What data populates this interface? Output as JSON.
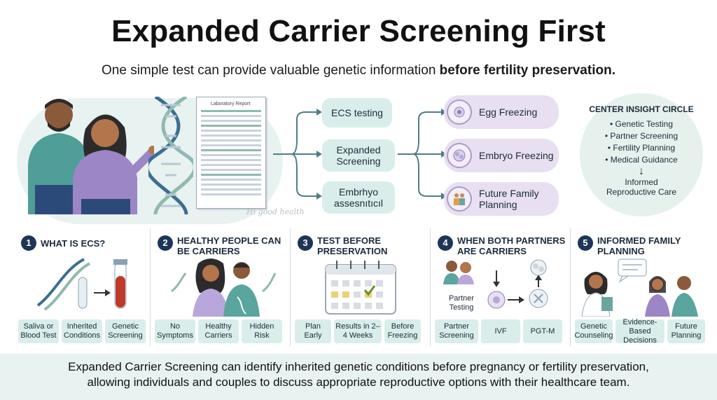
{
  "header": {
    "title": "Expanded Carrier Screening First",
    "subtitle_plain": "One simple test can provide valuable genetic information",
    "subtitle_bold": "before fertility preservation."
  },
  "hero": {
    "report_title": "Laboratory Report",
    "tests": [
      "ECS testing",
      "Expanded Screening",
      "Embrhyo assesnıtıcıl"
    ],
    "options": [
      "Egg Freezing",
      "Embryo Freezing",
      "Future Family Planning"
    ],
    "watermark": "Hi good health"
  },
  "insight": {
    "heading": "CENTER INSIGHT CIRCLE",
    "items": [
      "Genetic Testing",
      "Partner Screening",
      "Fertility Planning",
      "Medical Guidance"
    ],
    "arrow": "↓",
    "result_line1": "Informed",
    "result_line2": "Reproductive Care"
  },
  "steps": [
    {
      "num": "1",
      "title": "WHAT IS ECS?",
      "tags": [
        "Saliva or Blood Test",
        "Inherited Conditions",
        "Genetic Screening"
      ]
    },
    {
      "num": "2",
      "title": "HEALTHY PEOPLE CAN BE CARRIERS",
      "tags": [
        "No Symptoms",
        "Healthy Carriers",
        "Hidden Risk"
      ]
    },
    {
      "num": "3",
      "title": "TEST BEFORE PRESERVATION",
      "tags": [
        "Plan Early",
        "Results in 2–4 Weeks",
        "Before Freezing"
      ]
    },
    {
      "num": "4",
      "title": "WHEN BOTH PARTNERS ARE CARRIERS",
      "partner_label": "Partner Testing",
      "tags": [
        "Partner Screening",
        "IVF",
        "PGT-M"
      ]
    },
    {
      "num": "5",
      "title": "INFORMED FAMILY PLANNING",
      "tags": [
        "Genetic Counseling",
        "Evidence-Based Decisions",
        "Future Planning"
      ]
    }
  ],
  "footer": {
    "line1": "Expanded Carrier Screening can identify inherited genetic conditions before pregnancy or fertility preservation,",
    "line2": "allowing individuals and couples to discuss appropriate reproductive options with their healthcare team."
  },
  "colors": {
    "teal_bg": "#d9eeea",
    "purple_bg": "#e8dff2",
    "navy": "#1d3557",
    "red": "#c0392b"
  }
}
